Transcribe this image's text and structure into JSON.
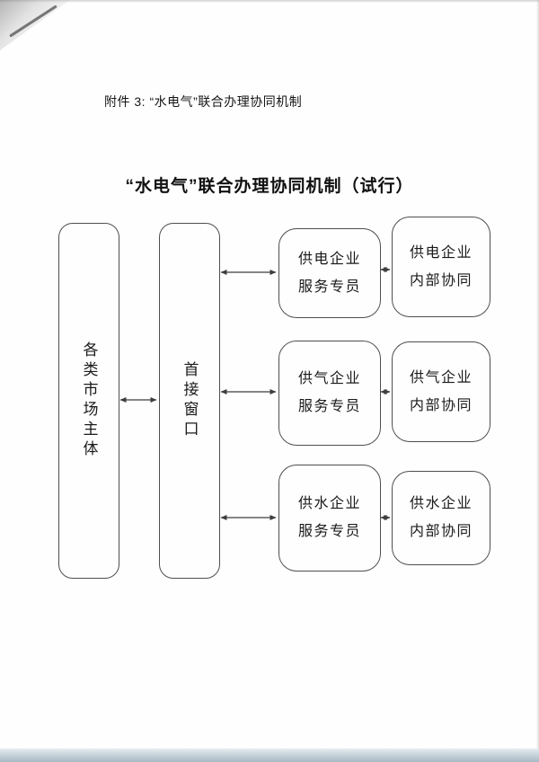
{
  "page": {
    "attachment_label": "附件 3: “水电气”联合办理协同机制",
    "title": "“水电气”联合办理协同机制（试行）"
  },
  "diagram": {
    "market_box": "各类市场主体",
    "window_box": "首接窗口",
    "rows": [
      {
        "service_line1": "供电企业",
        "service_line2": "服务专员",
        "internal_line1": "供电企业",
        "internal_line2": "内部协同"
      },
      {
        "service_line1": "供气企业",
        "service_line2": "服务专员",
        "internal_line1": "供气企业",
        "internal_line2": "内部协同"
      },
      {
        "service_line1": "供水企业",
        "service_line2": "服务专员",
        "internal_line1": "供水企业",
        "internal_line2": "内部协同"
      }
    ]
  }
}
